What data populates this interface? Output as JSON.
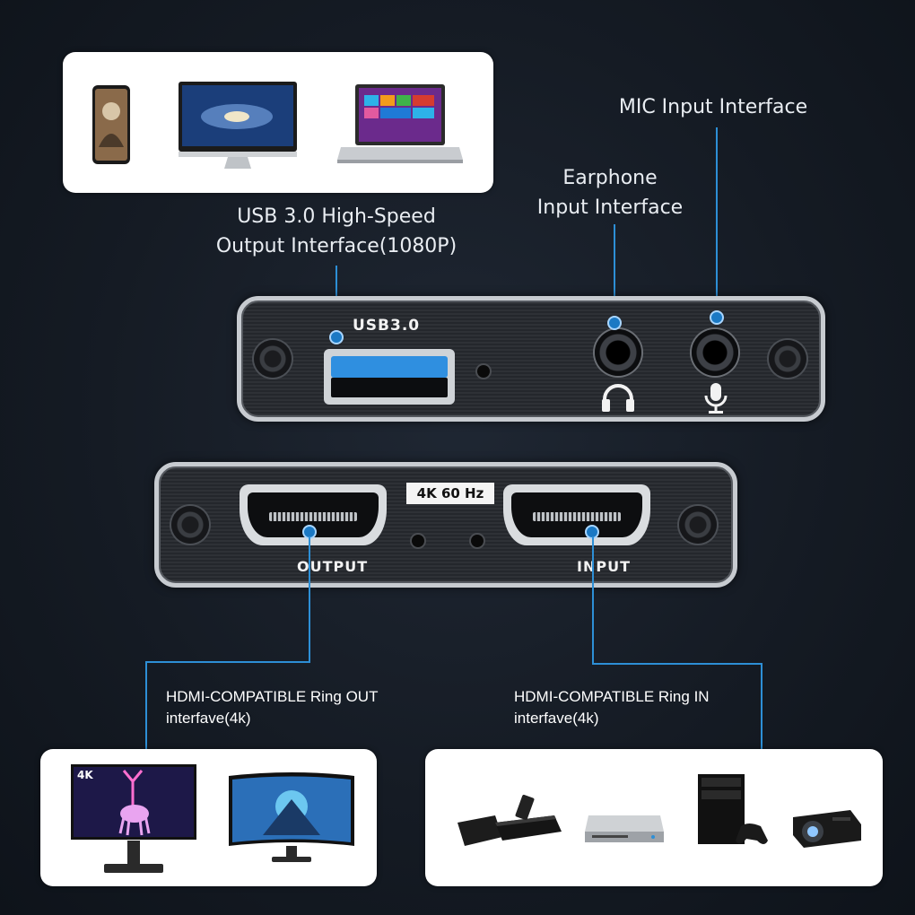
{
  "labels": {
    "usb_line1": "USB 3.0 High-Speed",
    "usb_line2": "Output Interface(1080P)",
    "earphone_line1": "Earphone",
    "earphone_line2": "Input Interface",
    "mic": "MIC Input Interface",
    "hdmi_out_line1": "HDMI-COMPATIBLE Ring OUT",
    "hdmi_out_line2": "interfave(4k)",
    "hdmi_in_line1": "HDMI-COMPATIBLE Ring IN",
    "hdmi_in_line2": "interfave(4k)"
  },
  "device_top": {
    "port_label": "USB3.0"
  },
  "device_bottom": {
    "badge": "4K 60 Hz",
    "output_label": "OUTPUT",
    "input_label": "INPUT"
  },
  "screens": {
    "monitor_badge": "4K"
  },
  "icons": {
    "top_panel": [
      "phone-icon",
      "monitor-icon",
      "laptop-icon"
    ],
    "bottom_left": [
      "monitor-4k-icon",
      "curved-monitor-icon"
    ],
    "bottom_right": [
      "tv-stick-box-icon",
      "set-top-box-icon",
      "game-console-icon",
      "projector-icon"
    ],
    "ports": [
      "headphone-icon",
      "microphone-icon"
    ]
  },
  "colors": {
    "accent": "#2d8fd6",
    "background": "#151b24"
  }
}
